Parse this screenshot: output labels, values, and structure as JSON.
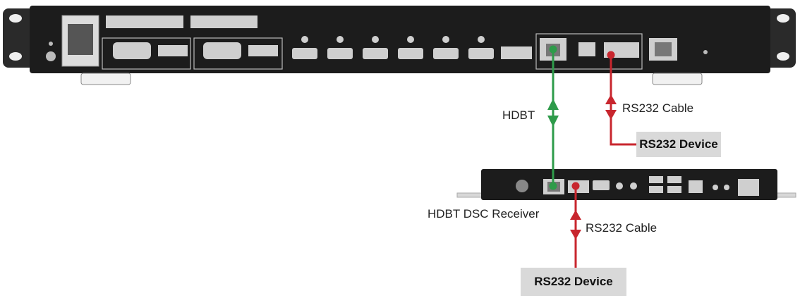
{
  "labels": {
    "hdbt": "HDBT",
    "rs232_cable_top": "RS232 Cable",
    "rs232_device_top": "RS232 Device",
    "receiver": "HDBT DSC Receiver",
    "rs232_cable_bottom": "RS232 Cable",
    "rs232_device_bottom": "RS232 Device"
  },
  "colors": {
    "hdbt_line": "#2e9b4a",
    "rs232_line": "#c8262e",
    "device_box": "#d9d9d9",
    "chassis": "#1c1c1c"
  }
}
